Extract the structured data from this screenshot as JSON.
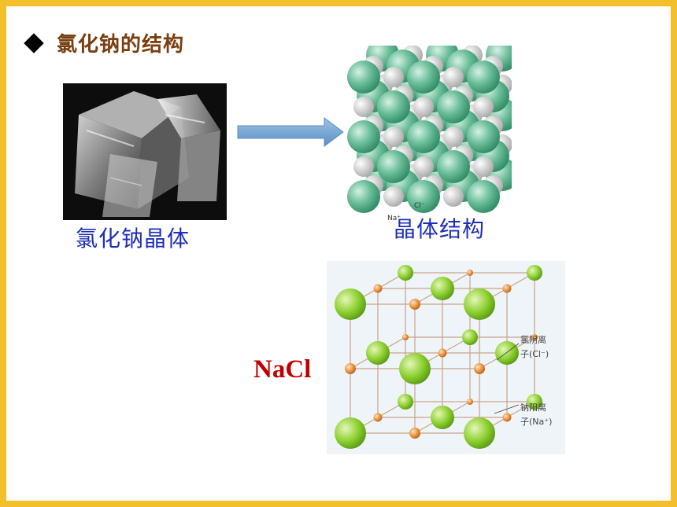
{
  "slide": {
    "title": "氯化钠的结构",
    "crystal_caption": "氯化钠晶体",
    "structure_caption": "晶体结构",
    "formula": "NaCl"
  },
  "packing_model": {
    "label_cl": "Cl⁻",
    "label_na": "Na⁺"
  },
  "lattice_model": {
    "label_cl_line1": "氯阴离",
    "label_cl_line2": "子(Cl⁻)",
    "label_na_line1": "钠阳离",
    "label_na_line2": "子(Na⁺)"
  },
  "colors": {
    "border": "#f3c02c",
    "title": "#7a3e10",
    "caption": "#1f2fb5",
    "formula": "#c00000",
    "cl_ion": "#8ccf2f",
    "na_ion": "#e8903a"
  }
}
